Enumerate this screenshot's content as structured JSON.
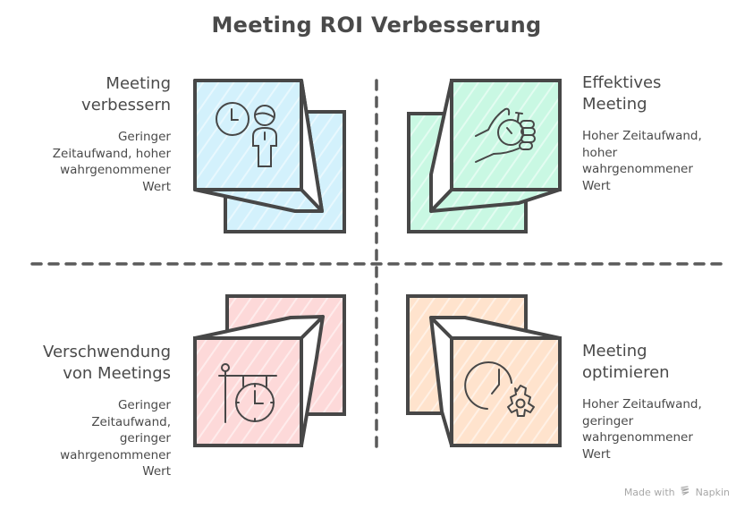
{
  "title": "Meeting ROI Verbesserung",
  "colors": {
    "stroke": "#474747",
    "blue": "#d3f1fc",
    "green": "#c9f8e3",
    "red": "#fdd9d9",
    "orange": "#ffe3cd",
    "divider": "#5a5a5a"
  },
  "quadrants": [
    {
      "position": "top-left",
      "heading_line1": "Meeting",
      "heading_line2": "verbessern",
      "desc_lines": [
        "Geringer",
        "Zeitaufwand, hoher",
        "wahrgenommener",
        "Wert"
      ],
      "icon": "clock-person-icon",
      "fill": "blue"
    },
    {
      "position": "top-right",
      "heading_line1": "Effektives",
      "heading_line2": "Meeting",
      "desc_lines": [
        "Hoher Zeitaufwand,",
        "hoher",
        "wahrgenommener",
        "Wert"
      ],
      "icon": "hand-stopwatch-icon",
      "fill": "green"
    },
    {
      "position": "bottom-left",
      "heading_line1": "Verschwendung",
      "heading_line2": "von Meetings",
      "desc_lines": [
        "Geringer",
        "Zeitaufwand,",
        "geringer",
        "wahrgenommener",
        "Wert"
      ],
      "icon": "hanging-clock-icon",
      "fill": "red"
    },
    {
      "position": "bottom-right",
      "heading_line1": "Meeting",
      "heading_line2": "optimieren",
      "desc_lines": [
        "Hoher Zeitaufwand,",
        "geringer",
        "wahrgenommener",
        "Wert"
      ],
      "icon": "clock-gear-icon",
      "fill": "orange"
    }
  ],
  "footer": {
    "made_with": "Made with",
    "brand": "Napkin",
    "icon": "napkin-logo-icon"
  }
}
